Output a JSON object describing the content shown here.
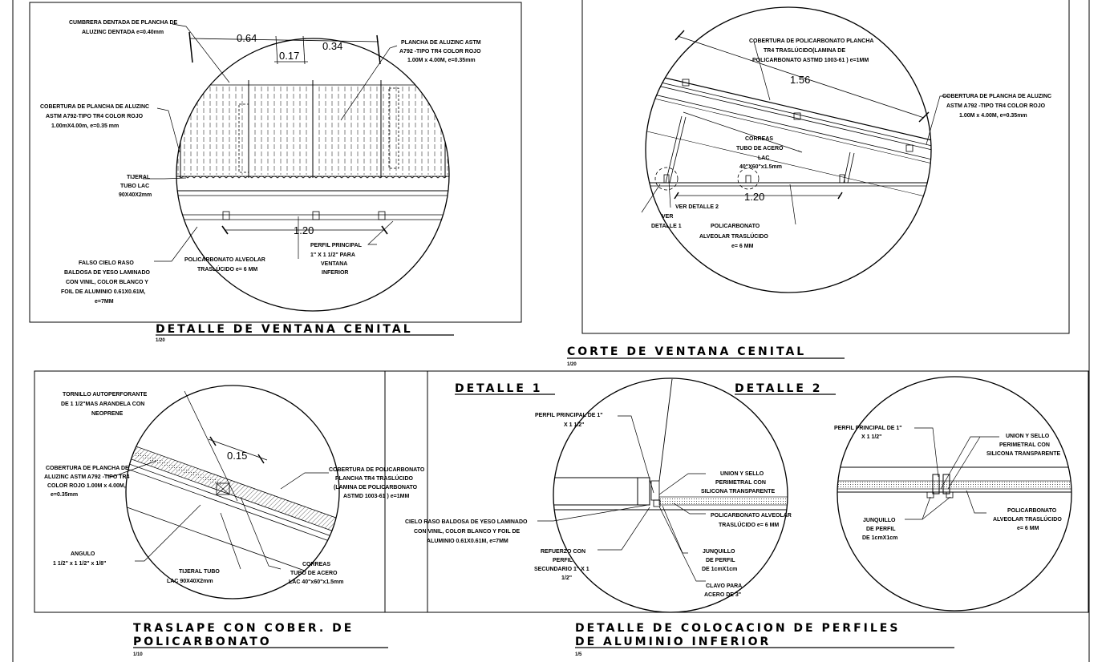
{
  "titles": {
    "t1": "DETALLE DE VENTANA CENITAL",
    "t1_scale": "1/20",
    "t2": "CORTE DE VENTANA CENITAL",
    "t2_scale": "1/20",
    "t3_line1": "TRASLAPE CON COBER. DE",
    "t3_line2": "POLICARBONATO",
    "t3_scale": "1/10",
    "t4_line1": "DETALLE DE COLOCACION DE PERFILES",
    "t4_line2": "DE ALUMINIO INFERIOR",
    "t4_scale": "1/5",
    "detalle1": "DETALLE 1",
    "detalle2": "DETALLE 2"
  },
  "panel1": {
    "dims": [
      "0.64",
      "0.17",
      "0.34",
      "1.20"
    ],
    "cumbrera": [
      "CUMBRERA DENTADA DE PLANCHA DE",
      "ALUZINC DENTADA e=0.40mm"
    ],
    "plancha": [
      "PLANCHA DE ALUZINC ASTM",
      "A792 -TIPO TR4 COLOR ROJO",
      "1.00M x 4.00M, e=0.35mm"
    ],
    "cobertura": [
      "COBERTURA DE PLANCHA DE ALUZINC",
      "ASTM A792-TIPO TR4  COLOR ROJO",
      "1.00mX4.00m, e=0.35 mm"
    ],
    "tijeral": [
      "TIJERAL",
      "TUBO LAC",
      "90X40X2mm"
    ],
    "falso": [
      "FALSO CIELO RASO",
      "BALDOSA DE YESO LAMINADO",
      "CON VINIL, COLOR BLANCO Y",
      "FOIL DE ALUMINIO 0.61X0.61M,",
      "e=7MM"
    ],
    "poli": [
      "POLICARBONATO ALVEOLAR",
      "TRASLÚCIDO e= 6 MM"
    ],
    "perfil": [
      "PERFIL PRINCIPAL",
      "1\" X 1 1/2\"  PARA",
      "VENTANA",
      "INFERIOR"
    ]
  },
  "panel2": {
    "dims": [
      "1.56",
      "1.20"
    ],
    "cobpoli": [
      "COBERTURA DE POLICARBONATO PLANCHA",
      "TR4 TRASLÚCIDO(LAMINA DE",
      "POLICARBONATO ASTMD 1003-61 ) e=1MM"
    ],
    "cobalu": [
      "COBERTURA DE PLANCHA DE ALUZINC",
      "ASTM A792 -TIPO TR4 COLOR ROJO",
      "1.00M x 4.00M, e=0.35mm"
    ],
    "correas": [
      "CORREAS",
      "TUBO DE ACERO",
      "LAC",
      "40\"X60\"x1.5mm"
    ],
    "verdet2": "VER DETALLE 2",
    "verdet1": [
      "VER",
      "DETALLE 1"
    ],
    "poli": [
      "POLICARBONATO",
      "ALVEOLAR TRASLÚCIDO",
      "e= 6 MM"
    ]
  },
  "panel3": {
    "dim": "0.15",
    "tornillo": [
      "TORNILLO AUTOPERFORANTE",
      "DE 1 1/2\"MAS ARANDELA CON",
      "NEOPRENE"
    ],
    "cobalu": [
      "COBERTURA DE PLANCHA DE",
      "ALUZINC ASTM A792 -TIPO TR4",
      "COLOR ROJO 1.00M x 4.00M,",
      "e=0.35mm"
    ],
    "cobpoli": [
      "COBERTURA DE POLICARBONATO",
      "PLANCHA TR4 TRASLÚCIDO",
      "(LAMINA DE POLICARBONATO",
      "ASTMD 1003-61 ) e=1MM"
    ],
    "angulo": [
      "ANGULO",
      "1 1/2\" x 1 1/2\" x 1/8\""
    ],
    "tijeral": [
      "TIJERAL TUBO",
      "LAC 90X40X2mm"
    ],
    "correas": [
      "CORREAS",
      "TUBO DE ACERO",
      "LAC 40\"x60\"x1.5mm"
    ]
  },
  "panel4": {
    "perfil": [
      "PERFIL PRINCIPAL DE 1\"",
      "X 1 1/2\""
    ],
    "union": [
      "UNION Y SELLO",
      "PERIMETRAL CON",
      "SILICONA TRANSPARENTE"
    ],
    "poli": [
      "POLICARBONATO ALVEOLAR",
      "TRASLÚCIDO e= 6 MM"
    ],
    "cielo": [
      "CIELO RASO BALDOSA DE YESO LAMINADO",
      "CON VINIL, COLOR BLANCO Y FOIL DE",
      "ALUMINIO 0.61X0.61M, e=7MM"
    ],
    "refuerzo": [
      "REFUERZO CON",
      "PERFIL",
      "SECUNDARIO 1\" X 1",
      "1/2\""
    ],
    "junquillo": [
      "JUNQUILLO",
      "DE PERFIL",
      "DE 1cmX1cm"
    ],
    "clavo": [
      "CLAVO PARA",
      "ACERO DE 3\""
    ]
  },
  "panel5": {
    "perfil": [
      "PERFIL PRINCIPAL DE 1\"",
      "X 1 1/2\""
    ],
    "union": [
      "UNION Y SELLO",
      "PERIMETRAL CON",
      "SILICONA TRANSPARENTE"
    ],
    "junquillo": [
      "JUNQUILLO",
      "DE PERFIL",
      "DE 1cmX1cm"
    ],
    "poli": [
      "POLICARBONATO",
      "ALVEOLAR TRASLÚCIDO",
      "e= 6 MM"
    ]
  }
}
